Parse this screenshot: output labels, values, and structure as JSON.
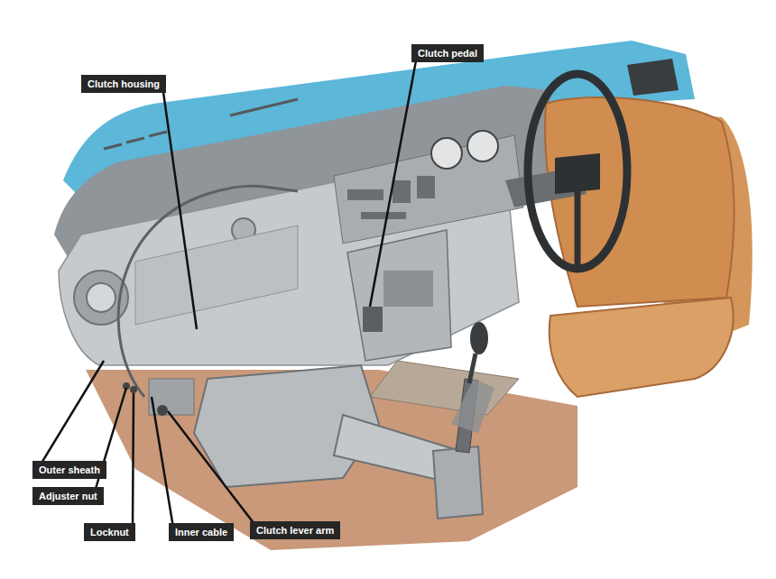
{
  "diagram": {
    "labels": [
      "Clutch housing",
      "Clutch pedal",
      "Outer sheath",
      "Adjuster nut",
      "Locknut",
      "Inner cable",
      "Clutch lever arm"
    ]
  }
}
